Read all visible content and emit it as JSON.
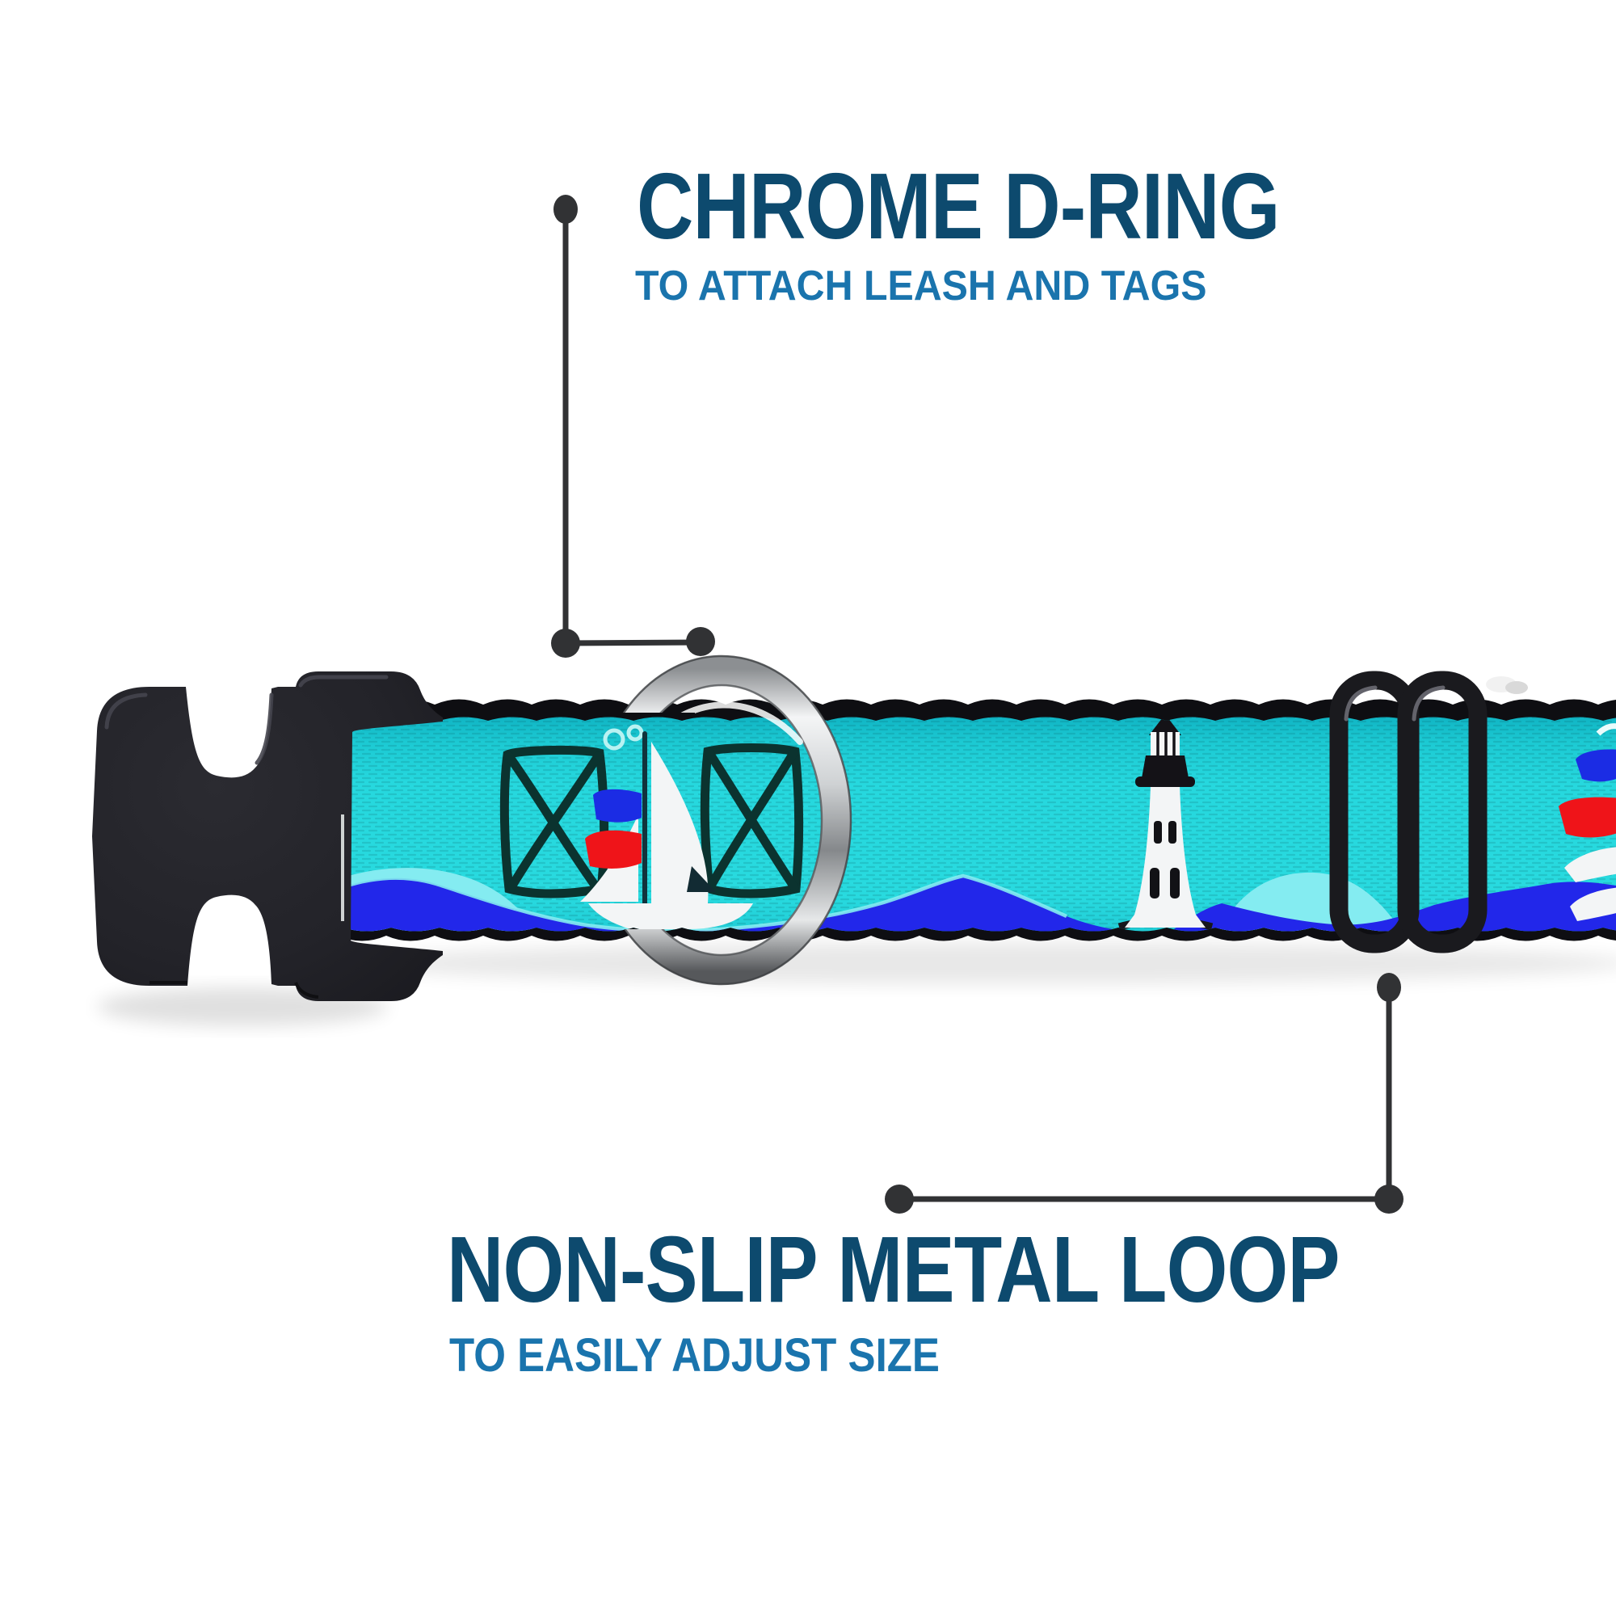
{
  "image_type": "product-feature-callout-graphic",
  "product": {
    "item": "adjustable nylon dog collar (nautical print)",
    "hardware": [
      "black side-release buckle",
      "chrome d-ring",
      "black non-slip metal tri-glide loop"
    ],
    "print_motifs": [
      "nautical flag squares with X",
      "sailboat with blue and red pennants",
      "lighthouse",
      "ocean waves"
    ]
  },
  "callouts": [
    {
      "title": "CHROME D-RING",
      "subtitle": "TO ATTACH LEASH AND TAGS"
    },
    {
      "title": "NON-SLIP METAL LOOP",
      "subtitle": "TO EASILY ADJUST SIZE"
    }
  ],
  "colors": {
    "background": "#ffffff",
    "heading": "#0d4a6e",
    "subheading": "#1a74ad",
    "callout_line": "#313234",
    "webbing_teal": "#26d7de",
    "webbing_edge": "#0e0e12",
    "wave_blue": "#2227ea",
    "wave_crest": "#84ecf1",
    "flag_blue": "#1b2ce4",
    "flag_red": "#ef1419",
    "sail_white": "#f3f5f6",
    "motif_outline": "#0b332f",
    "buckle_black": "#232329",
    "slider_black": "#1a1a1e",
    "chrome": "#d2d4d6"
  }
}
